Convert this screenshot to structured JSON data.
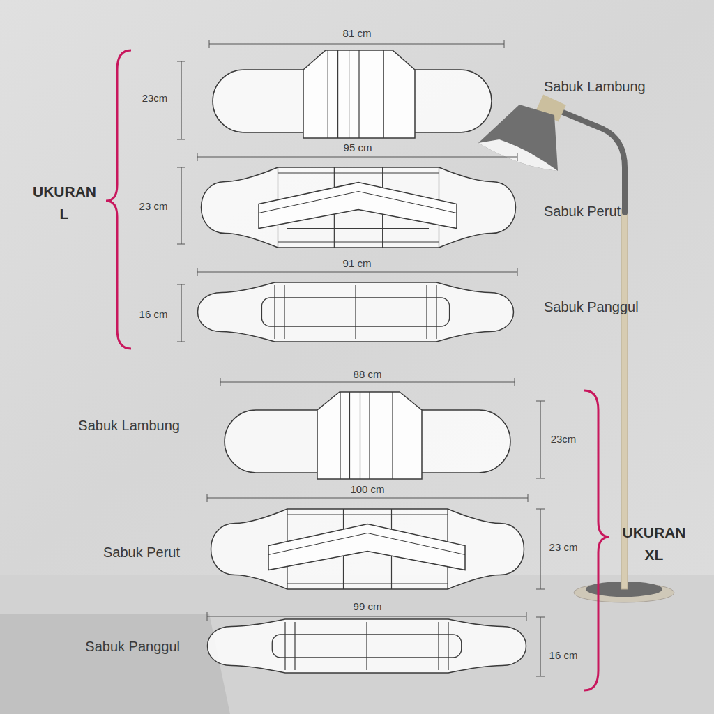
{
  "diagram": {
    "labels": [
      "81 cm",
      "23cm",
      "Sabuk Lambung",
      "95 cm",
      "23 cm",
      "Sabuk Perut",
      "91 cm",
      "16 cm",
      "Sabuk Panggul",
      "UKURAN L",
      "88 cm",
      "Sabuk Lambung",
      "23cm",
      "100 cm",
      "Sabuk Perut",
      "23 cm",
      "99 cm",
      "Sabuk Panggul",
      "16 cm",
      "UKURAN XL"
    ]
  }
}
